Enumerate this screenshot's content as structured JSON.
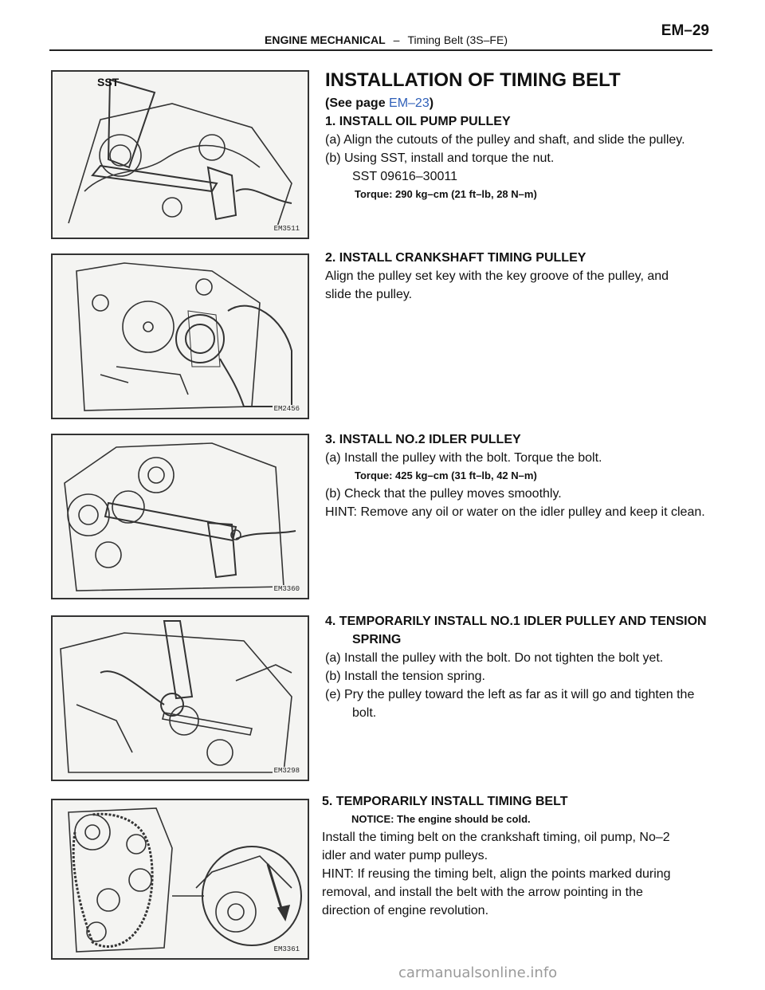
{
  "header": {
    "section": "ENGINE MECHANICAL",
    "separator": "–",
    "subsection": "Timing Belt (3S–FE)",
    "page_number": "EM–29"
  },
  "figures": [
    {
      "code": "EM3511",
      "label": "SST"
    },
    {
      "code": "EM2456"
    },
    {
      "code": "EM3360"
    },
    {
      "code": "EM3298"
    },
    {
      "code": "EM3361"
    }
  ],
  "content": {
    "title": "INSTALLATION OF TIMING BELT",
    "see_page_prefix": "(See page ",
    "see_page_link": "EM–23",
    "see_page_suffix": ")",
    "step1": {
      "heading": "1. INSTALL OIL PUMP PULLEY",
      "a": "(a) Align the cutouts of the pulley and shaft, and slide the pulley.",
      "b": "(b) Using SST, install and torque the nut.",
      "sst": "SST 09616–30011",
      "torque": "Torque: 290 kg–cm (21 ft–lb, 28 N–m)"
    },
    "step2": {
      "heading": "2. INSTALL CRANKSHAFT TIMING PULLEY",
      "body": "Align the pulley set key with the key groove of the pulley, and slide the pulley."
    },
    "step3": {
      "heading": "3. INSTALL NO.2 IDLER PULLEY",
      "a": "(a) Install the pulley with the bolt. Torque the bolt.",
      "torque": "Torque: 425 kg–cm (31 ft–lb, 42 N–m)",
      "b": "(b) Check that the pulley moves smoothly.",
      "hint": "HINT: Remove any oil or water on the idler pulley and keep it clean."
    },
    "step4": {
      "heading": "4. TEMPORARILY INSTALL NO.1 IDLER PULLEY AND TENSION SPRING",
      "a": "(a) Install the pulley with the bolt. Do not tighten the bolt yet.",
      "b": "(b) Install the tension spring.",
      "e": "(e) Pry the pulley toward the left as far as it will go and tighten the bolt."
    },
    "step5": {
      "heading": "5. TEMPORARILY INSTALL TIMING BELT",
      "notice": "NOTICE: The engine should be cold.",
      "body": "Install the timing belt on the crankshaft timing, oil pump, No–2 idler and water pump pulleys.",
      "hint": "HINT: If reusing the timing belt, align the points marked during removal, and install the belt with the arrow pointing in the direction of engine revolution."
    }
  },
  "watermark": "carmanualsonline.info"
}
